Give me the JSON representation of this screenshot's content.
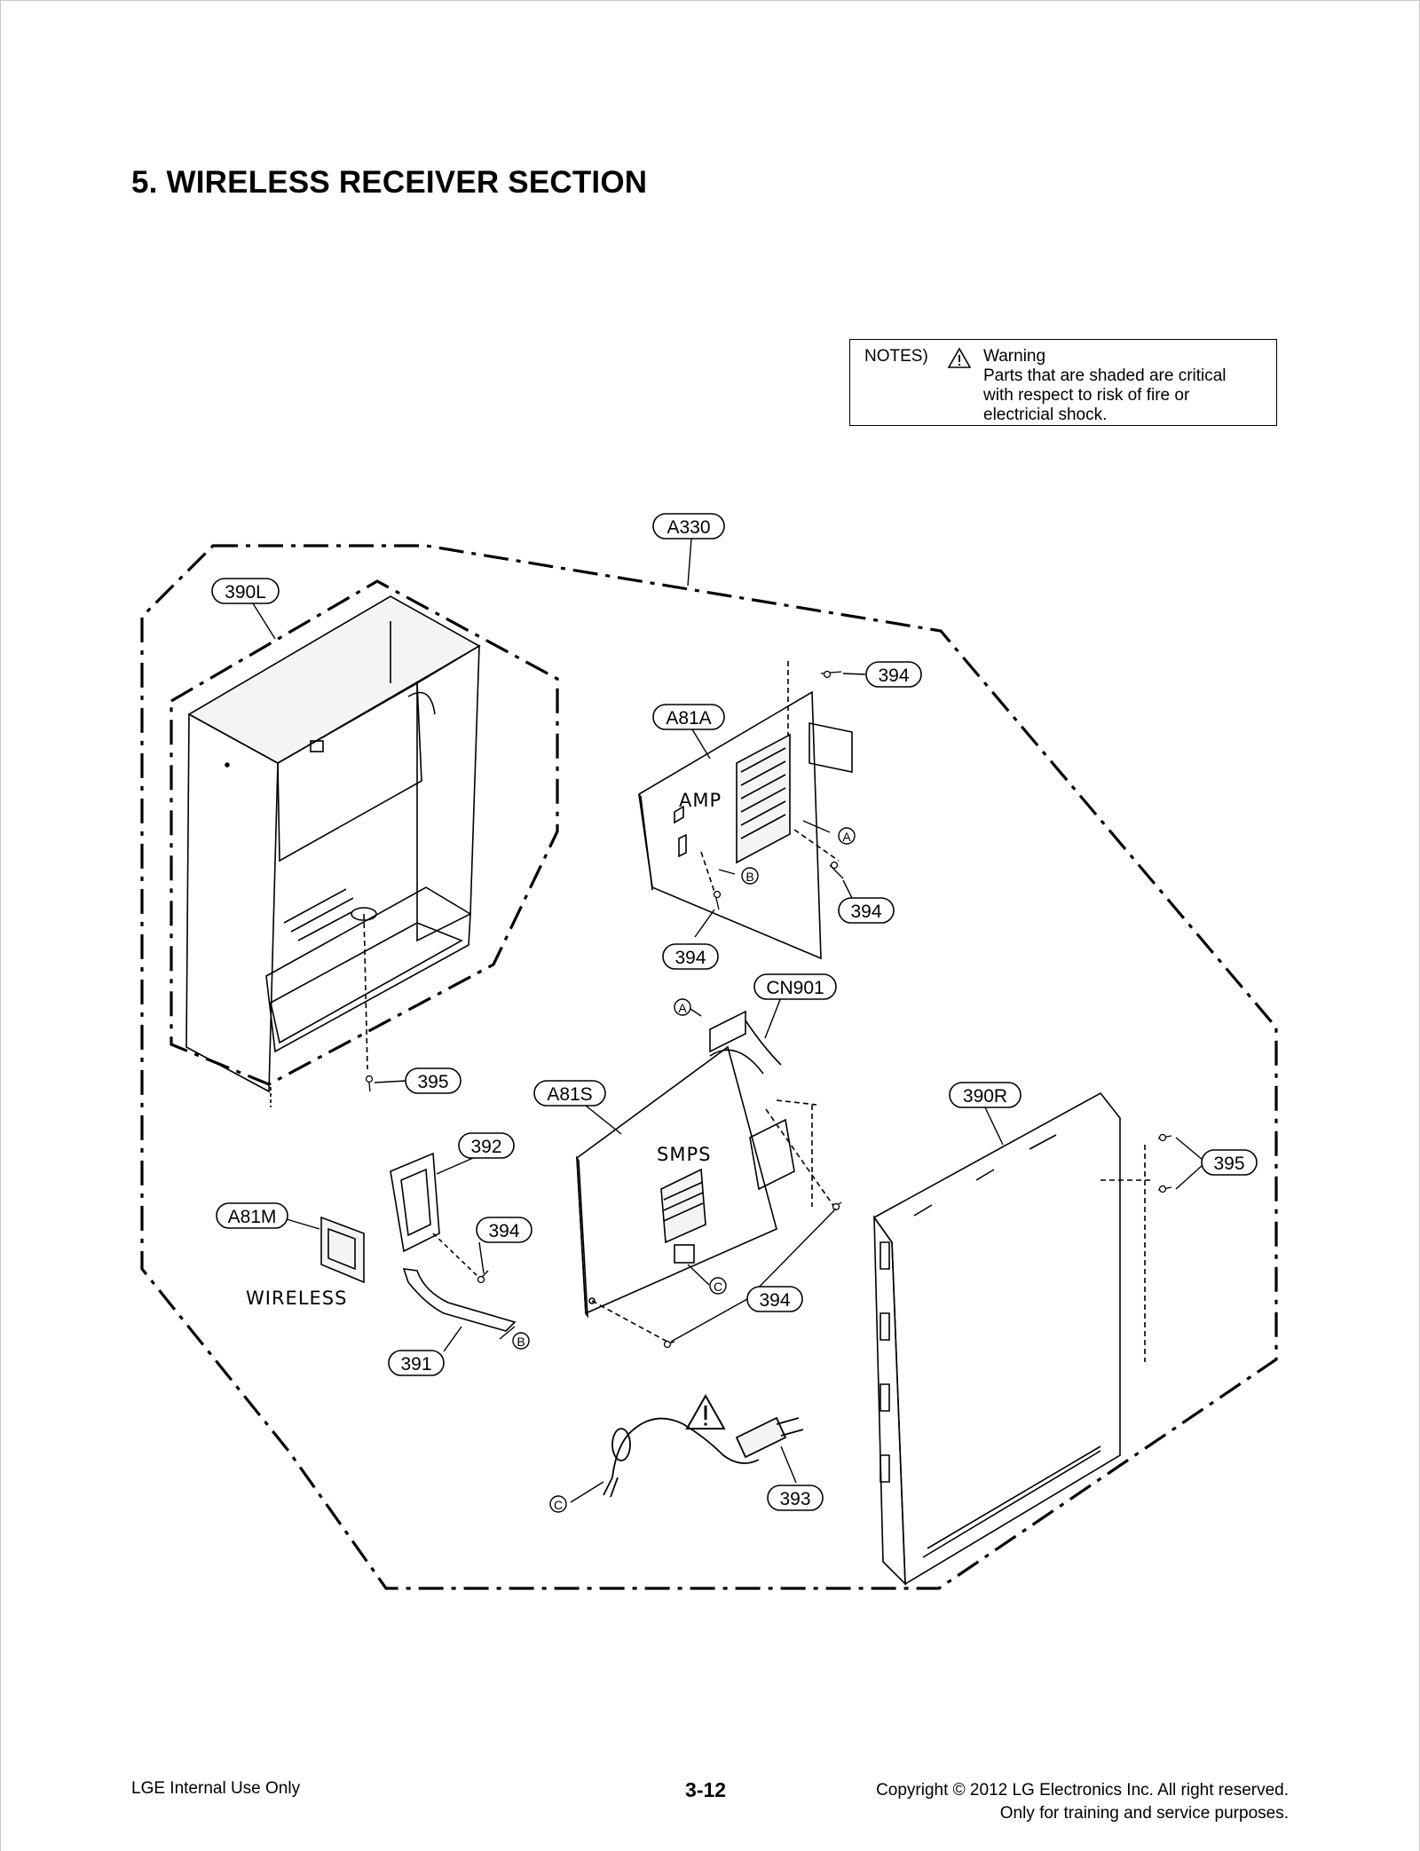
{
  "title": "5. WIRELESS RECEIVER SECTION",
  "notes": {
    "label": "NOTES)",
    "warning_icon": "warning-triangle-icon",
    "lines": [
      "Warning",
      "Parts that are shaded are critical",
      "with respect to risk of fire or",
      "electricial shock."
    ]
  },
  "callouts": {
    "a330": "A330",
    "l390": "390L",
    "s394a": "394",
    "a81a": "A81A",
    "s394b": "394",
    "s394c": "394",
    "cn901": "CN901",
    "s395a": "395",
    "a81s": "A81S",
    "r390": "390R",
    "s395b": "395",
    "p392": "392",
    "a81m": "A81M",
    "s394d": "394",
    "s394e": "394",
    "p391": "391",
    "p393": "393"
  },
  "board_labels": {
    "amp": "AMP",
    "smps": "SMPS",
    "wireless": "WIRELESS"
  },
  "connectors": {
    "a1": "A",
    "b1": "B",
    "a2": "A",
    "c1": "C",
    "b2": "B",
    "c2": "C"
  },
  "footer": {
    "left": "LGE Internal Use Only",
    "page": "3-12",
    "copyright": "Copyright © 2012 LG Electronics Inc. All right reserved.",
    "purpose": "Only for training and service purposes."
  }
}
